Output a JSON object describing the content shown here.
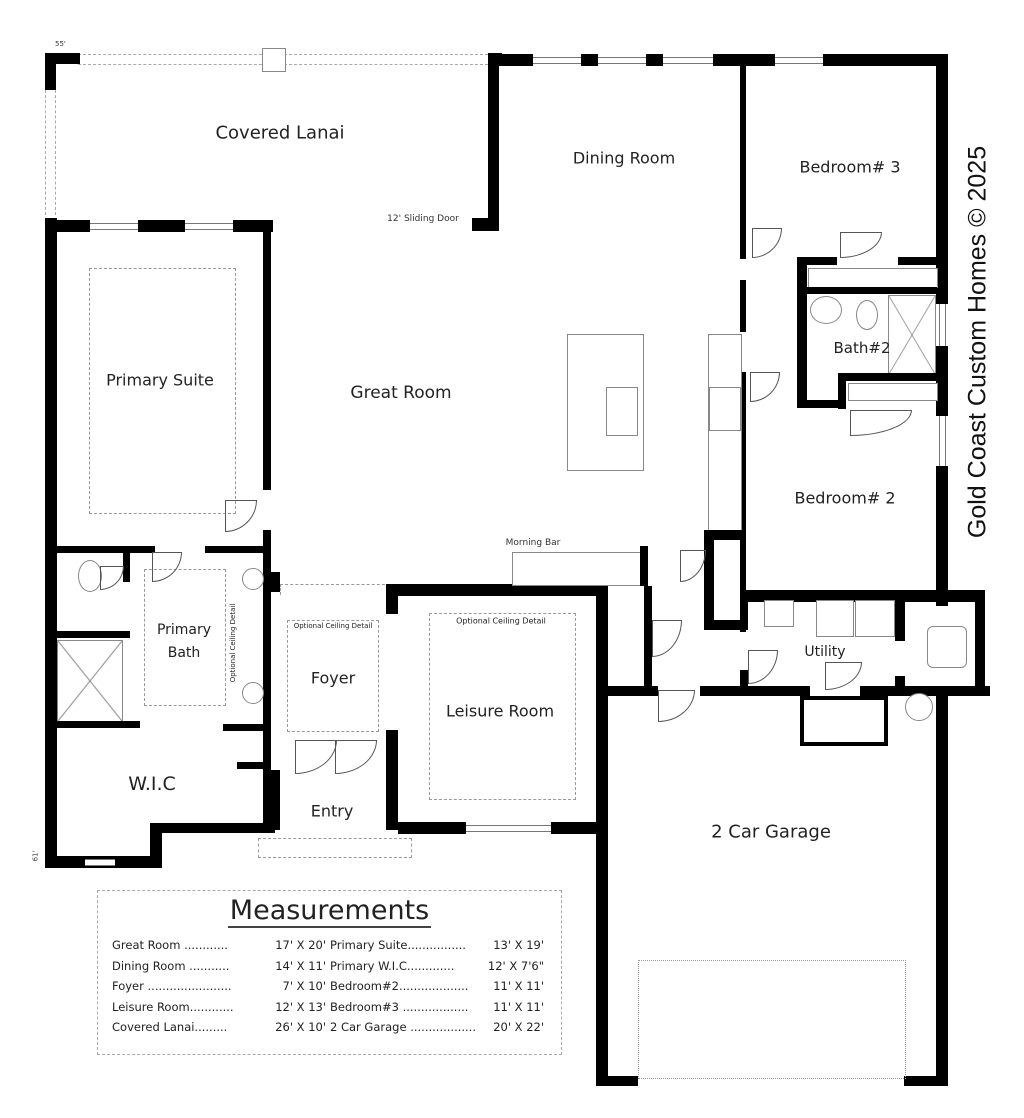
{
  "plan": {
    "copyright": "Gold Coast Custom Homes © 2025",
    "dimension_tags": {
      "top_left": "55'",
      "bottom_left": "61'"
    },
    "rooms": {
      "covered_lanai": "Covered Lanai",
      "sliding_door": "12' Sliding Door",
      "dining_room": "Dining Room",
      "bedroom3": "Bedroom# 3",
      "bath2": "Bath#2",
      "bedroom2": "Bedroom# 2",
      "primary_suite": "Primary Suite",
      "great_room": "Great Room",
      "morning_bar": "Morning Bar",
      "primary_bath_line1": "Primary",
      "primary_bath_line2": "Bath",
      "optional_ceiling_vertical": "Optional Ceiling Detail",
      "foyer_ceiling": "Optional Ceiling Detail",
      "foyer": "Foyer",
      "leisure_ceiling": "Optional Ceiling Detail",
      "leisure_room": "Leisure Room",
      "utility": "Utility",
      "wic": "W.I.C",
      "entry": "Entry",
      "garage": "2  Car Garage"
    }
  },
  "measurements": {
    "title": "Measurements",
    "left": [
      {
        "name": "Great Room ............",
        "value": "17' X 20'"
      },
      {
        "name": "Dining Room ...........",
        "value": "14' X 11'"
      },
      {
        "name": "Foyer .......................",
        "value": "7' X 10'"
      },
      {
        "name": "Leisure Room............",
        "value": "12' X 13'"
      },
      {
        "name": "Covered Lanai.........",
        "value": "26' X 10'"
      }
    ],
    "right": [
      {
        "name": "Primary Suite................",
        "value": "13' X  19'"
      },
      {
        "name": "Primary W.I.C.............",
        "value": "12' X 7'6\""
      },
      {
        "name": "Bedroom#2...................",
        "value": "11' X 11'"
      },
      {
        "name": "Bedroom#3 ..................",
        "value": "11' X 11'"
      },
      {
        "name": "2 Car Garage ..................",
        "value": "20' X 22'"
      }
    ]
  }
}
